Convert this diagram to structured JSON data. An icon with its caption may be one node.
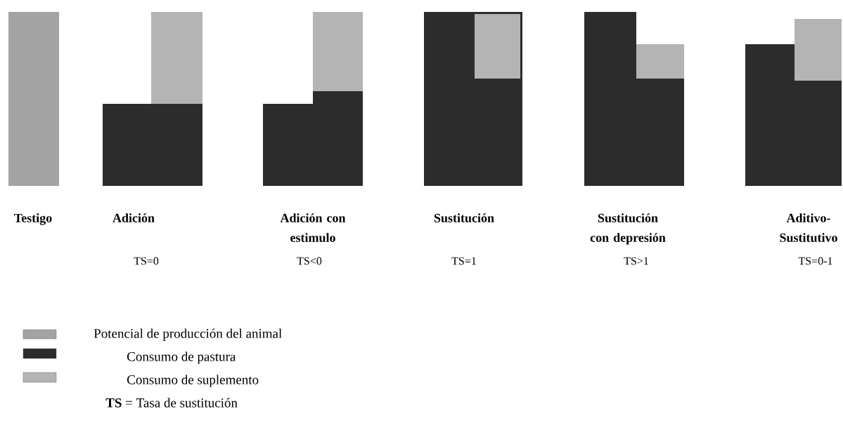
{
  "diagram": {
    "labels": [
      "Testigo",
      "Adición",
      "Adición con estimulo",
      "Sustitución",
      "Sustitución con depresión",
      "Aditivo-Sustitutivo",
      "TS=0",
      "TS<0",
      "TS=1",
      "TS>1",
      "TS=0-1",
      "**TS**  = Tasa de sustitución"
    ],
    "legend": [
      {
        "text": "Potencial de producción del animal",
        "color": "#a3a3a3"
      },
      {
        "text": "Consumo de pastura",
        "color": "#2c2c2c"
      },
      {
        "text": "Consumo de suplemento",
        "color": "#b4b4b4"
      }
    ]
  }
}
